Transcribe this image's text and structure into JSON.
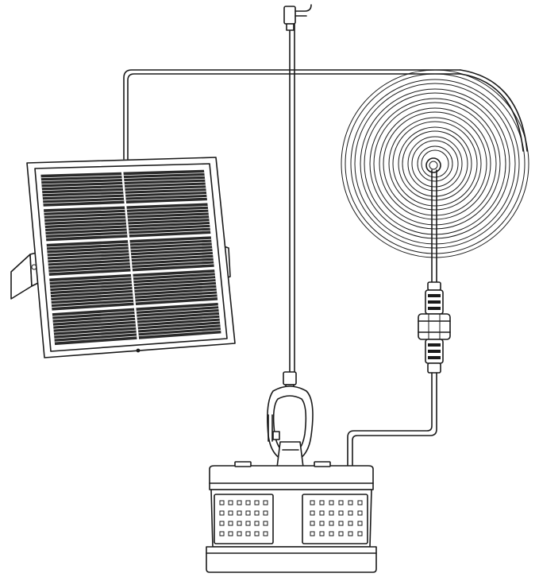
{
  "diagram": {
    "components": [
      {
        "id": "solar-panel",
        "icon": "solar-panel-icon"
      },
      {
        "id": "coiled-cable",
        "icon": "coiled-cable-icon"
      },
      {
        "id": "hanging-hook-cord",
        "icon": "hook-cord-icon"
      },
      {
        "id": "waterproof-connector",
        "icon": "cable-connector-icon"
      },
      {
        "id": "carabiner",
        "icon": "carabiner-icon"
      },
      {
        "id": "light-unit",
        "icon": "lantern-light-icon"
      }
    ],
    "colors": {
      "line": "#1a1a1a",
      "background": "#ffffff"
    }
  }
}
